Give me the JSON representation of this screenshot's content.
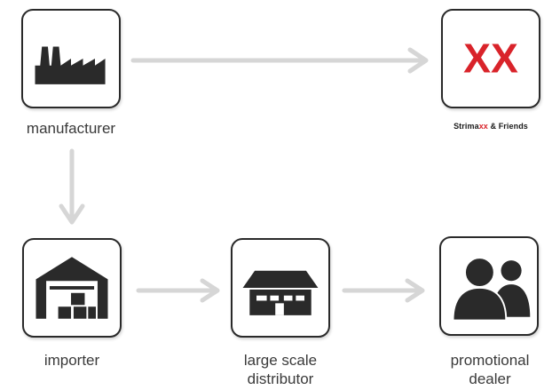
{
  "nodes": {
    "manufacturer": {
      "label": "manufacturer",
      "icon": "factory-icon"
    },
    "brand": {
      "logo_text": "XX",
      "caption_pre": "Strima",
      "caption_accent": "xx",
      "caption_post": " & Friends",
      "icon": "xx-logo-icon"
    },
    "importer": {
      "label": "importer",
      "icon": "warehouse-icon"
    },
    "distributor": {
      "label_line1": "large scale",
      "label_line2": "distributor",
      "icon": "store-building-icon"
    },
    "dealer": {
      "label_line1": "promotional",
      "label_line2": "dealer",
      "icon": "people-icon"
    }
  },
  "colors": {
    "arrow": "#d8d8d8",
    "icon": "#2a2a2a",
    "brand_red": "#d9232a",
    "border": "#2a2a2a"
  }
}
